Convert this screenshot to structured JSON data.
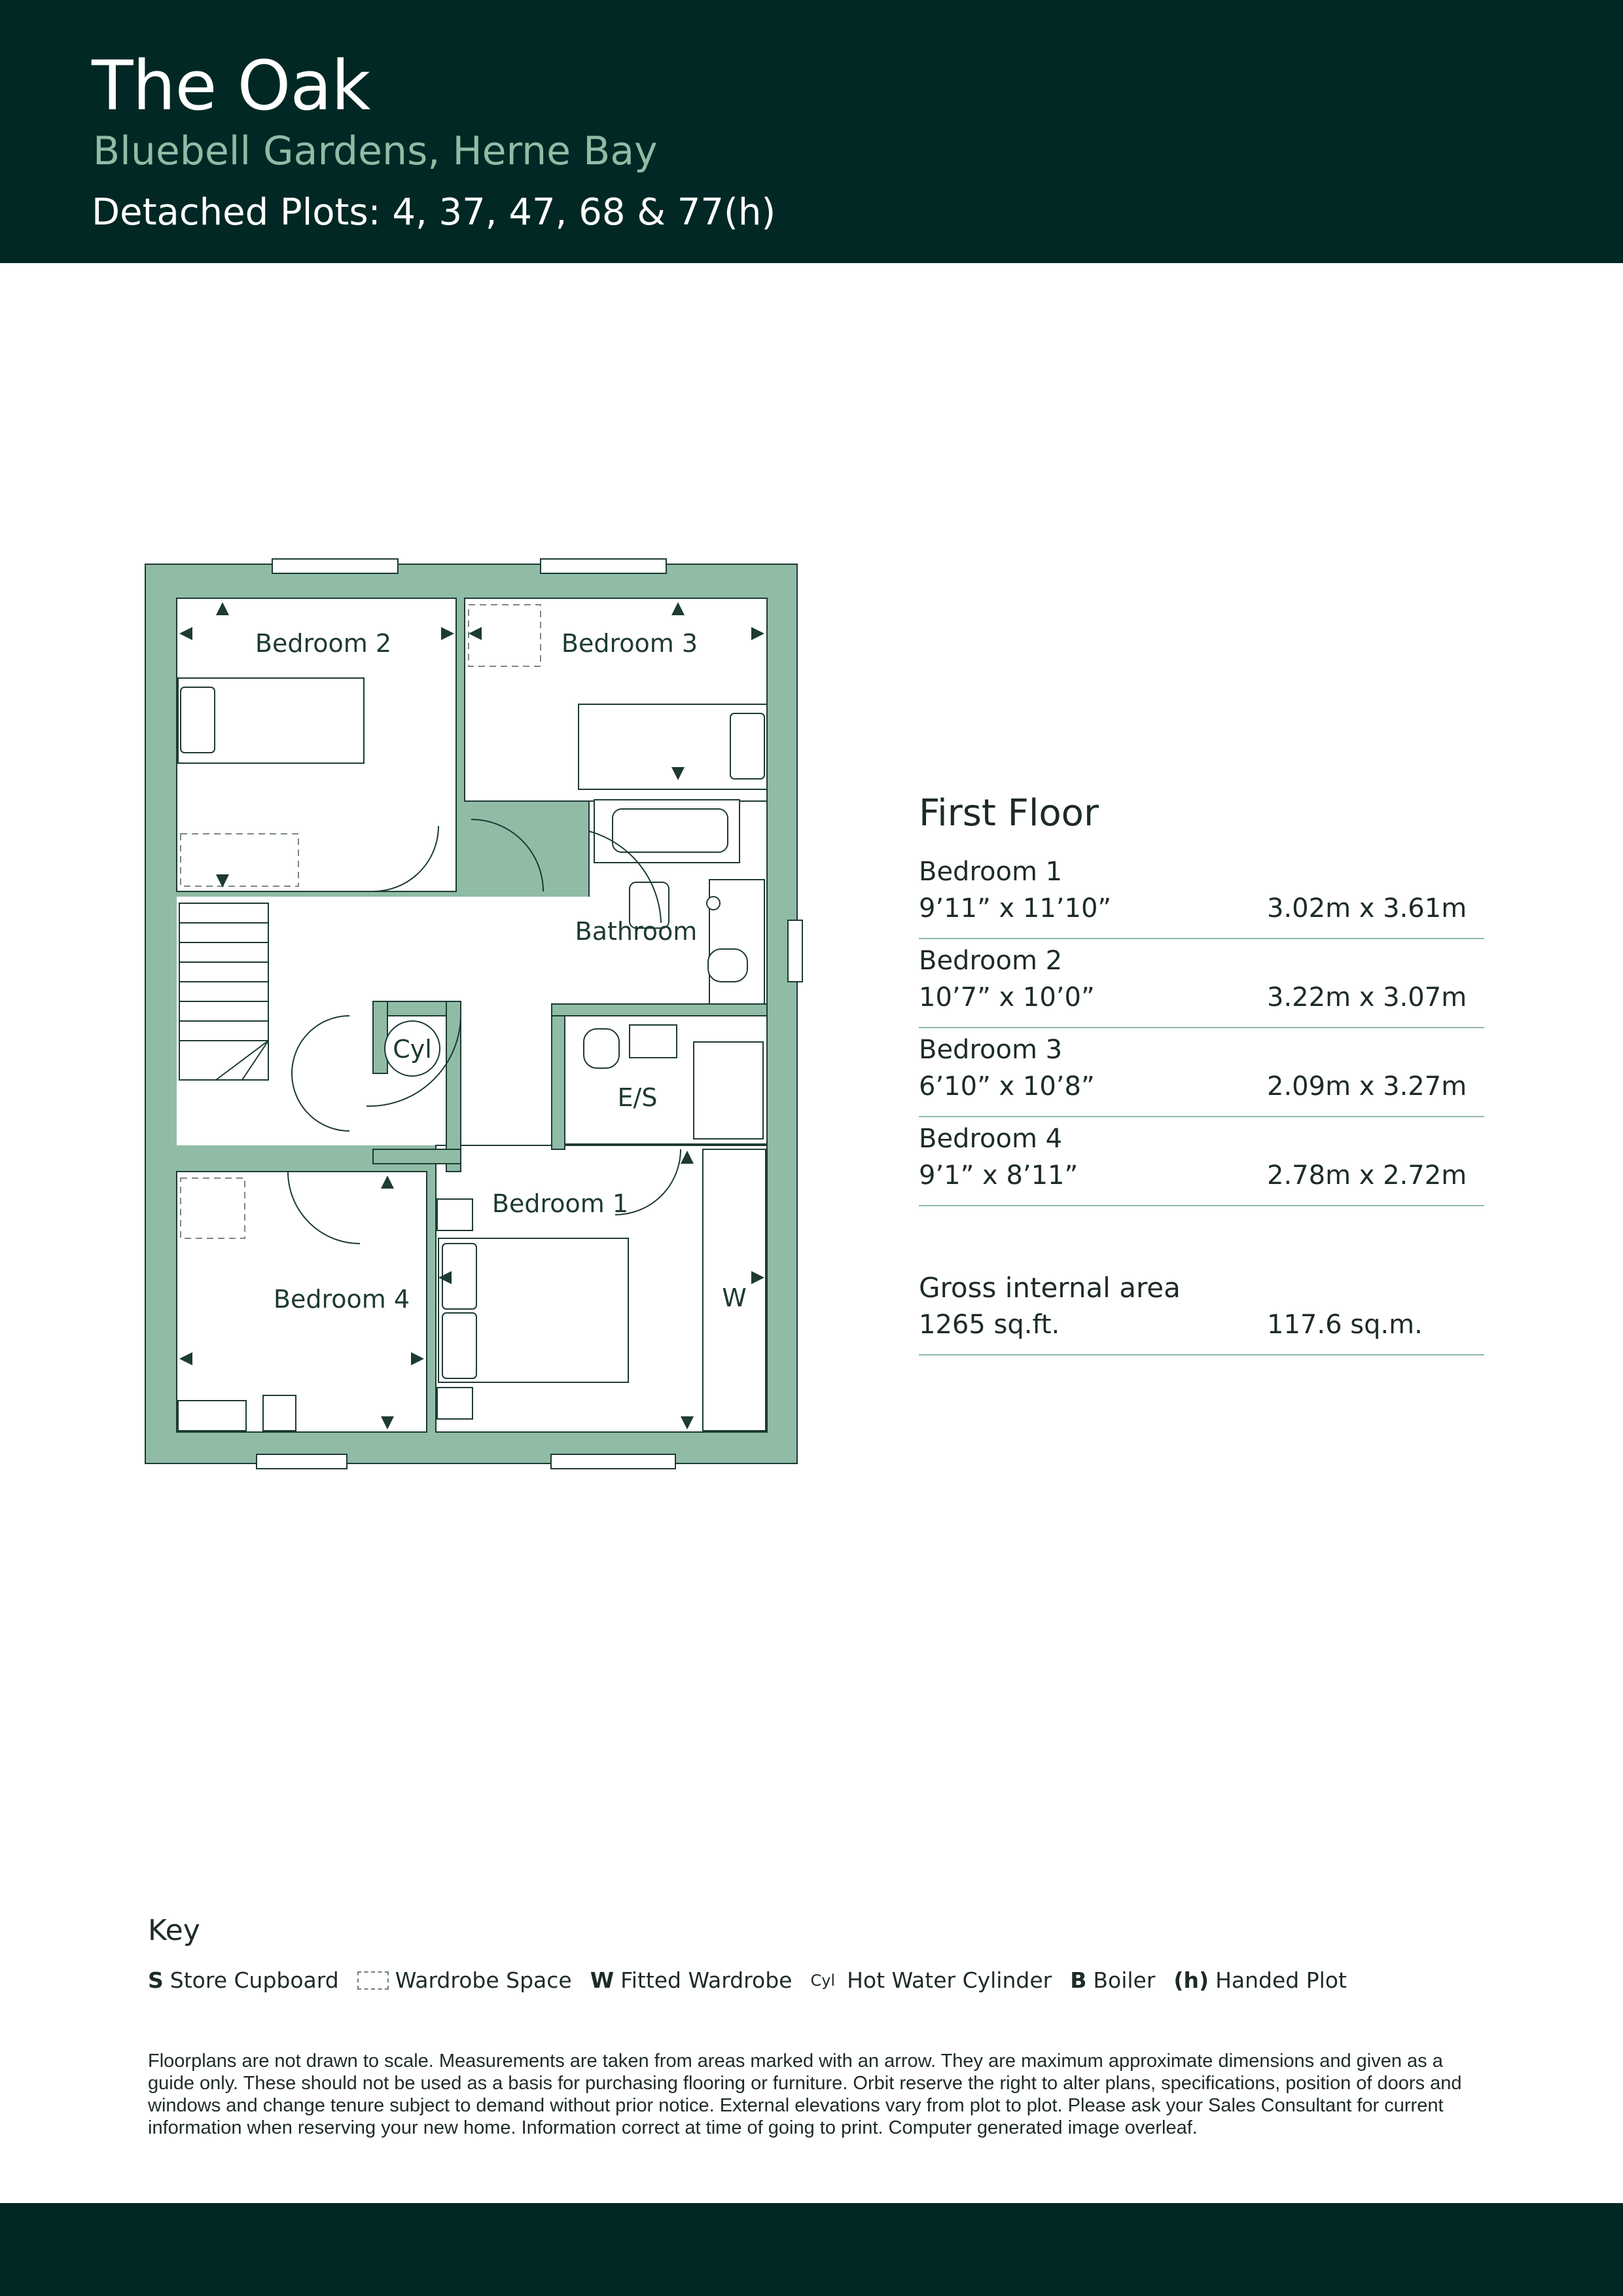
{
  "header": {
    "title": "The Oak",
    "subtitle": "Bluebell Gardens, Herne Bay",
    "plots": "Detached Plots: 4, 37, 47, 68 & 77(h)"
  },
  "plan": {
    "labels": {
      "bedroom2": "Bedroom 2",
      "bedroom3": "Bedroom 3",
      "bathroom": "Bathroom",
      "cyl": "Cyl",
      "es": "E/S",
      "bedroom1": "Bedroom 1",
      "bedroom4": "Bedroom 4",
      "w": "W"
    },
    "colors": {
      "wall": "#90bca6",
      "line": "#1d3a33"
    }
  },
  "schedule": {
    "heading": "First Floor",
    "rooms": [
      {
        "name": "Bedroom 1",
        "imperial": "9’11” x 11’10”",
        "metric": "3.02m x 3.61m"
      },
      {
        "name": "Bedroom 2",
        "imperial": "10’7” x 10’0”",
        "metric": "3.22m x 3.07m"
      },
      {
        "name": "Bedroom 3",
        "imperial": "6’10” x 10’8”",
        "metric": "2.09m x 3.27m"
      },
      {
        "name": "Bedroom 4",
        "imperial": "9’1” x 8’11”",
        "metric": "2.78m x 2.72m"
      }
    ],
    "gross": {
      "label": "Gross internal area",
      "sqft": "1265 sq.ft.",
      "sqm": "117.6 sq.m."
    }
  },
  "key": {
    "title": "Key",
    "items": [
      {
        "code": "S",
        "label": "Store Cupboard"
      },
      {
        "code": "",
        "label": "Wardrobe Space"
      },
      {
        "code": "W",
        "label": "Fitted Wardrobe"
      },
      {
        "code": "Cyl",
        "label": "Hot Water Cylinder"
      },
      {
        "code": "B",
        "label": "Boiler"
      },
      {
        "code": "(h)",
        "label": "Handed Plot"
      }
    ]
  },
  "disclaimer": "Floorplans are not drawn to scale. Measurements are taken from areas marked with an arrow. They are maximum approximate dimensions and given as a guide only. These should not be used as a basis for purchasing flooring or furniture. Orbit reserve the right to alter plans, specifications, position of doors and windows and change tenure subject to demand without prior notice. External elevations vary from plot to plot. Please ask your Sales Consultant for current information when reserving your new home. Information correct at time of going to print. Computer generated image overleaf."
}
